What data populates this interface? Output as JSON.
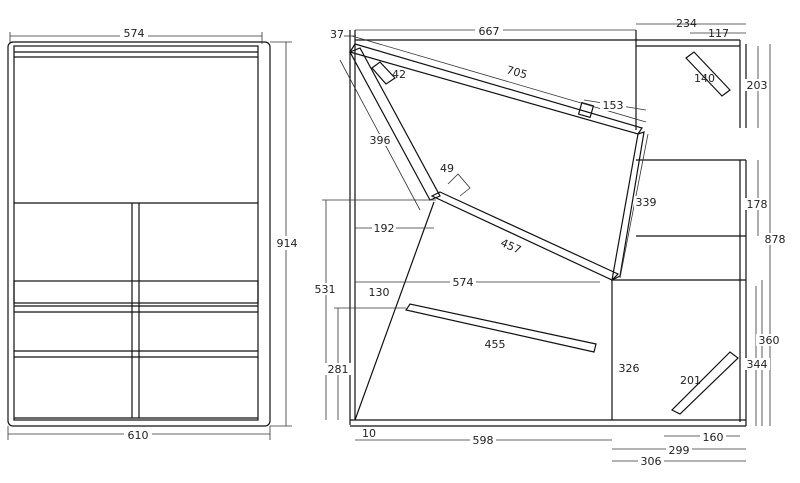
{
  "front_view": {
    "width_top": "574",
    "width_bottom": "610",
    "height": "914"
  },
  "side_view": {
    "top_width": "667",
    "top_offset": "37",
    "angle_cut": "42",
    "top_panel_length": "705",
    "top_panel_tab": "153",
    "slant_panel_length": "396",
    "slant_offset": "49",
    "slant_base": "192",
    "mid_panel_length": "457",
    "right_panel_height": "339",
    "lower_panel_width": "574",
    "lower_offset": "130",
    "lower_panel_length": "455",
    "left_height": "531",
    "bottom_height": "281",
    "bottom_offset": "10",
    "bottom_width": "598",
    "corner_width": "234",
    "corner_inner": "117",
    "corner_brace": "140",
    "corner_height": "203",
    "opening_height": "178",
    "total_height": "878",
    "lower_brace": "201",
    "lower_height_a": "326",
    "lower_height_b": "344",
    "lower_height_c": "360",
    "foot_inner": "160",
    "foot_mid": "299",
    "foot_outer": "306"
  }
}
